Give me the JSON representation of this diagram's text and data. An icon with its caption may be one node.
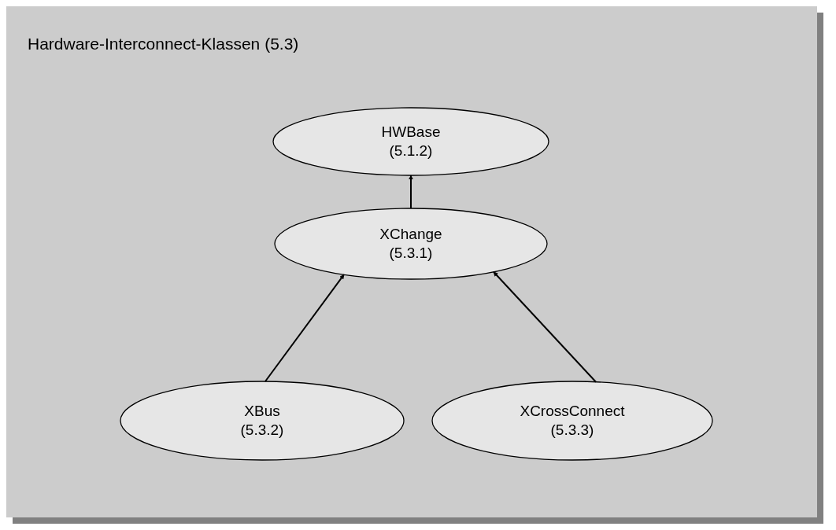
{
  "diagram": {
    "title": "Hardware-Interconnect-Klassen (5.3)",
    "nodes": [
      {
        "text": [
          "HWBase",
          "(5.1.2)"
        ]
      },
      {
        "text": [
          "XChange",
          "(5.3.1)"
        ]
      },
      {
        "text": [
          "XBus",
          "(5.3.2)"
        ]
      },
      {
        "text": [
          "XCrossConnect",
          "(5.3.3)"
        ]
      }
    ],
    "edges": [
      {
        "from": 1,
        "to": 0,
        "arrow": "to"
      },
      {
        "from": 2,
        "to": 1,
        "arrow": "to"
      },
      {
        "from": 3,
        "to": 1,
        "arrow": "to"
      }
    ]
  }
}
